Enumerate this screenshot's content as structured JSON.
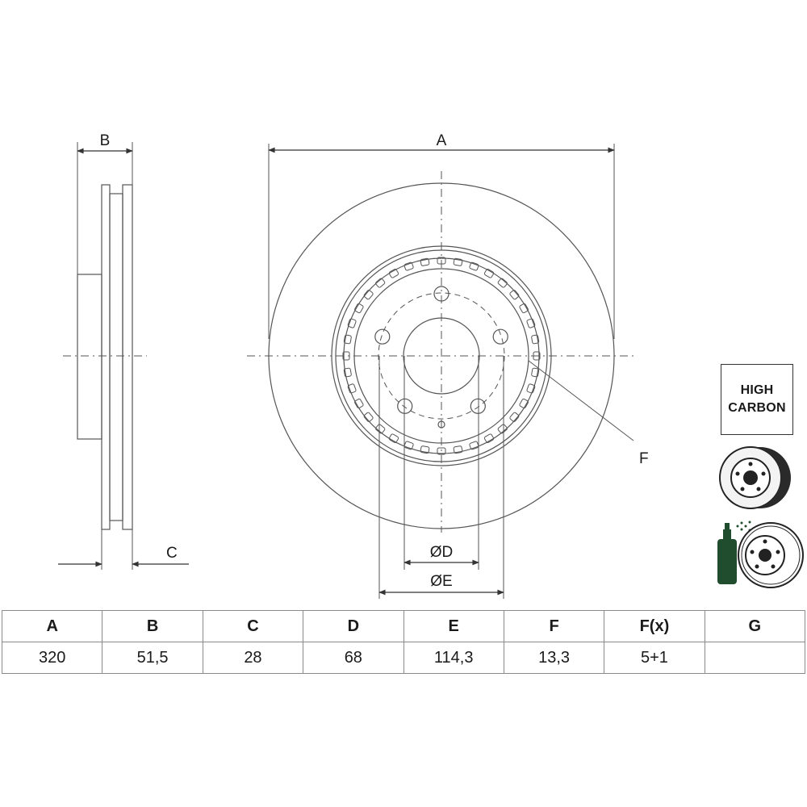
{
  "drawing": {
    "labels": {
      "a": "A",
      "b": "B",
      "c": "C",
      "f": "F",
      "d": "ØD",
      "e": "ØE"
    },
    "line_color": "#555555"
  },
  "badge": {
    "line1": "HIGH",
    "line2": "CARBON"
  },
  "icons": [
    "vented-disc-icon",
    "coated-disc-icon"
  ],
  "accent_color": "#1f4d2e",
  "table": {
    "headers": [
      "A",
      "B",
      "C",
      "D",
      "E",
      "F",
      "F(x)",
      "G"
    ],
    "values": [
      "320",
      "51,5",
      "28",
      "68",
      "114,3",
      "13,3",
      "5+1",
      ""
    ]
  }
}
